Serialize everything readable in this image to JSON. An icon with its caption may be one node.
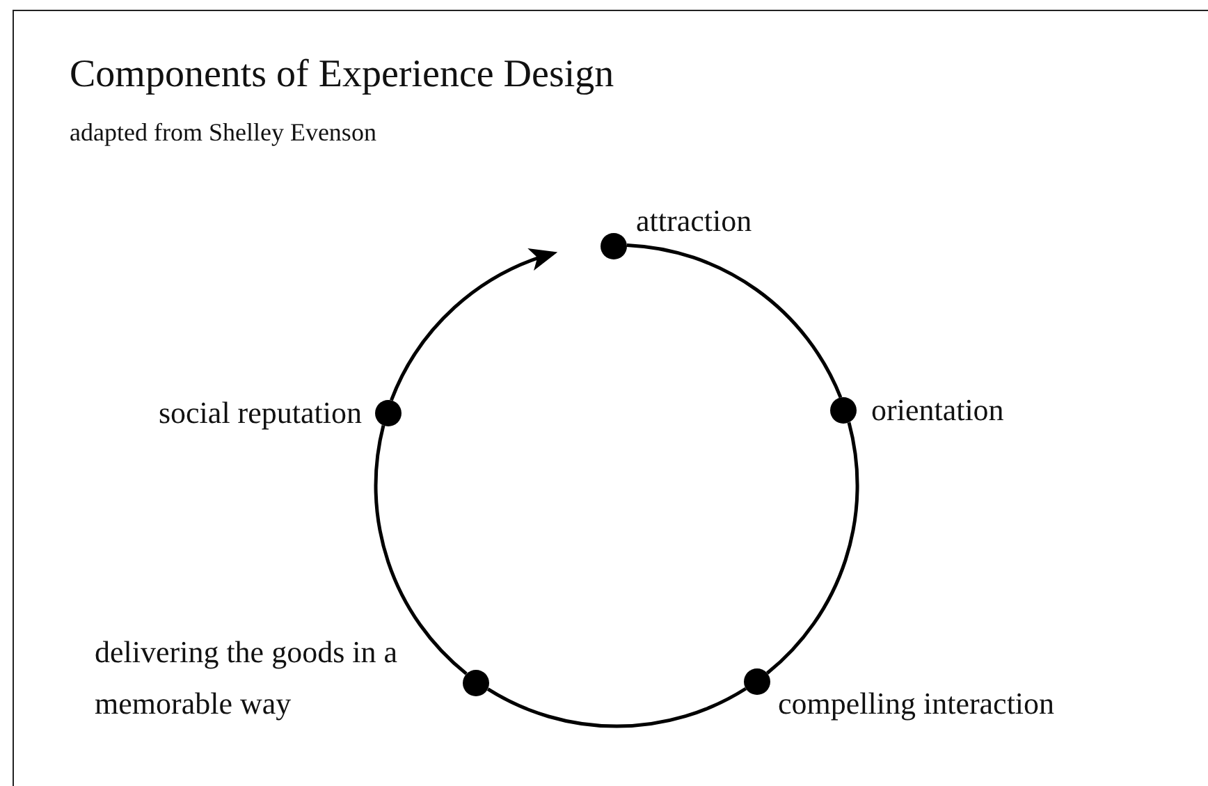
{
  "diagram": {
    "title": "Components of Experience Design",
    "caption": "adapted from Shelley Evenson",
    "nodes": [
      {
        "text": [],
        "shape": "circle",
        "beside": [
          "attraction"
        ]
      },
      {
        "text": [],
        "shape": "circle",
        "beside": [
          "orientation"
        ]
      },
      {
        "text": [],
        "shape": "circle",
        "beside": [
          "compelling interaction"
        ]
      },
      {
        "text": [],
        "shape": "circle",
        "beside": [
          "delivering the goods in a memorable way"
        ]
      },
      {
        "text": [],
        "shape": "circle",
        "beside": [
          "social reputation"
        ]
      }
    ],
    "edges": [
      {
        "from": 0,
        "to": 1,
        "arrow": "none"
      },
      {
        "from": 1,
        "to": 2,
        "arrow": "none"
      },
      {
        "from": 2,
        "to": 3,
        "arrow": "none"
      },
      {
        "from": 3,
        "to": 4,
        "arrow": "none"
      },
      {
        "from": 4,
        "to": 0,
        "arrow": "to"
      }
    ]
  }
}
